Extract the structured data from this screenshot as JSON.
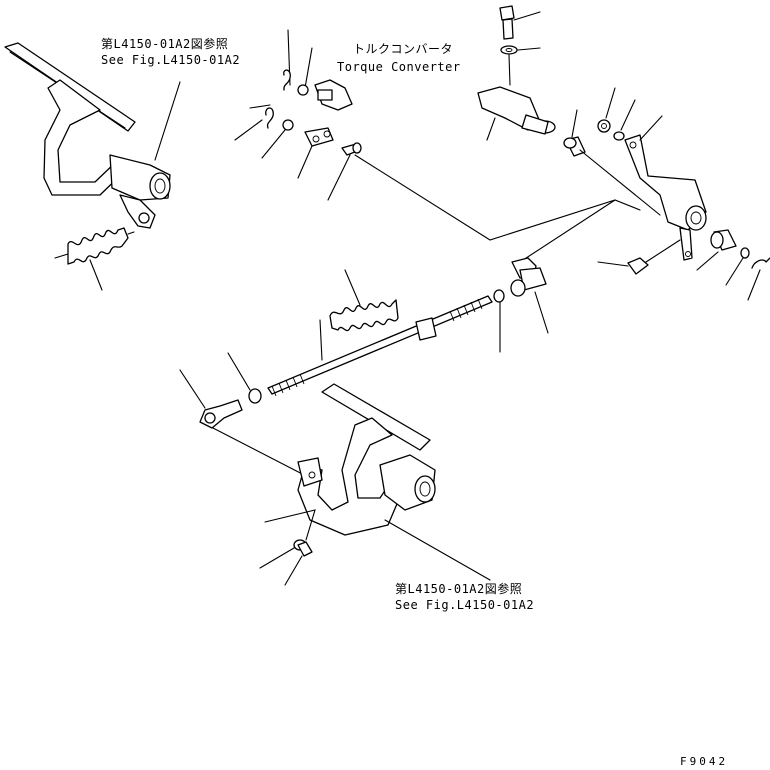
{
  "labels": {
    "ref_top_ja": "第L4150-01A2図参照",
    "ref_top_en": "See Fig.L4150-01A2",
    "torque_converter_ja": "トルクコンバータ",
    "torque_converter_en": "Torque Converter",
    "ref_bottom_ja": "第L4150-01A2図参照",
    "ref_bottom_en": "See Fig.L4150-01A2",
    "figure_code": "F9042"
  }
}
